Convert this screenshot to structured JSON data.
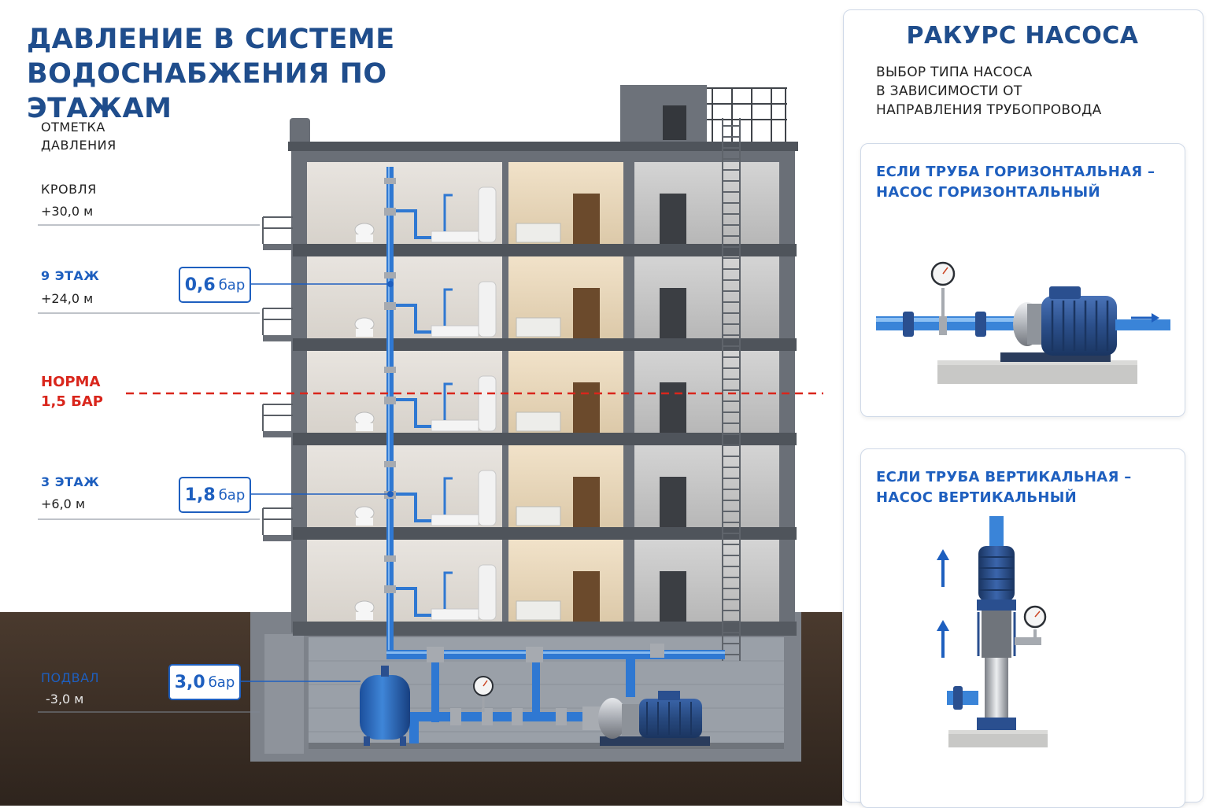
{
  "title": "ДАВЛЕНИЕ В СИСТЕМЕ\nВОДОСНАБЖЕНИЯ ПО ЭТАЖАМ",
  "marks_header": "ОТМЕТКА\nДАВЛЕНИЯ",
  "levels": [
    {
      "name": "КРОВЛЯ",
      "value": "+30,0 м"
    },
    {
      "name": "9 ЭТАЖ",
      "value": "+24,0 м"
    },
    {
      "name": "3 ЭТАЖ",
      "value": "+6,0 м"
    },
    {
      "name": "ПОДВАЛ",
      "value": "-3,0 м"
    }
  ],
  "norm": {
    "line1": "НОРМА",
    "line2": "1,5 БАР"
  },
  "pressures": [
    {
      "value": "0,6",
      "unit": "бар"
    },
    {
      "value": "1,8",
      "unit": "бар"
    },
    {
      "value": "3,0",
      "unit": "бар"
    }
  ],
  "panel": {
    "title": "РАКУРС НАСОСА",
    "subtitle": "ВЫБОР ТИПА НАСОСА\nВ ЗАВИСИМОСТИ ОТ\nНАПРАВЛЕНИЯ ТРУБОПРОВОДА",
    "horizontal_caption": "ЕСЛИ ТРУБА ГОРИЗОНТАЛЬНАЯ –\nНАСОС ГОРИЗОНТАЛЬНЫЙ",
    "vertical_caption": "ЕСЛИ ТРУБА ВЕРТИКАЛЬНАЯ –\nНАСОС ВЕРТИКАЛЬНЫЙ"
  },
  "colors": {
    "title": "#1f4d8c",
    "accent_blue": "#1e5fbf",
    "norm_red": "#d9261c",
    "pipe_blue": "#2f78d2",
    "pump_blue": "#2a4f8f",
    "concrete": "#6b7079",
    "soil": "#3b2e25"
  },
  "icons": [
    "pressure-gauge-icon",
    "arrow-right-icon",
    "arrow-up-icon"
  ]
}
